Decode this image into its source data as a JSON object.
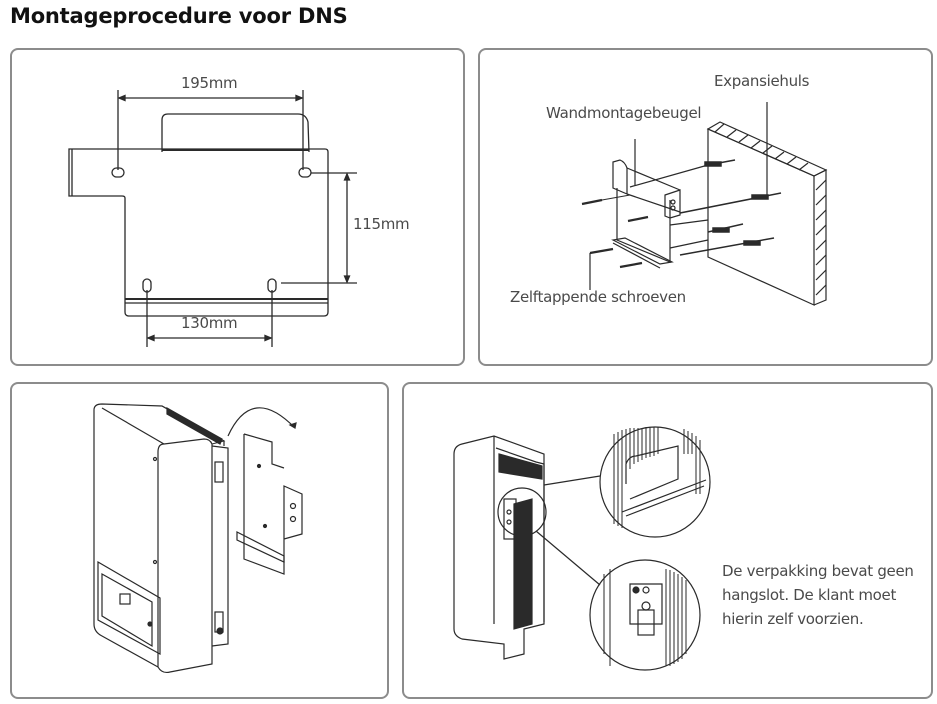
{
  "page_title": "Montageprocedure voor DNS",
  "panels": {
    "bracket_dimensions": {
      "dim_top": "195mm",
      "dim_right": "115mm",
      "dim_bottom": "130mm"
    },
    "wall_mounting": {
      "label_bracket": "Wandmontagebeugel",
      "label_expansion": "Expansiehuls",
      "label_screws": "Zelftappende schroeven"
    },
    "attach_inverter": {},
    "padlock": {
      "note_lines": [
        "De verpakking bevat geen",
        "hangslot. De klant moet",
        "hierin zelf voorzien."
      ]
    }
  },
  "colors": {
    "stroke": "#2a2a2a",
    "border": "#8c8c8c",
    "label": "#4a4a4a"
  }
}
